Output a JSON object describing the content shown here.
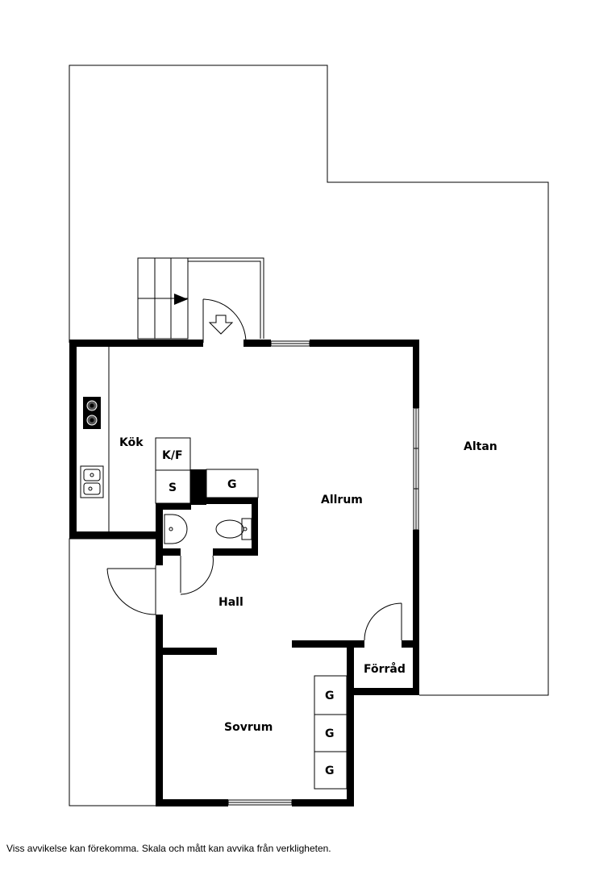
{
  "floorplan": {
    "rooms": {
      "kok": "Kök",
      "allrum": "Allrum",
      "altan": "Altan",
      "hall": "Hall",
      "sovrum": "Sovrum",
      "forrad": "Förråd"
    },
    "fixtures": {
      "kf": "K/F",
      "s": "S",
      "g_hall": "G",
      "g_sov1": "G",
      "g_sov2": "G",
      "g_sov3": "G"
    }
  },
  "footer": {
    "disclaimer": "Viss avvikelse kan förekomma. Skala och mått kan avvika från verkligheten."
  }
}
